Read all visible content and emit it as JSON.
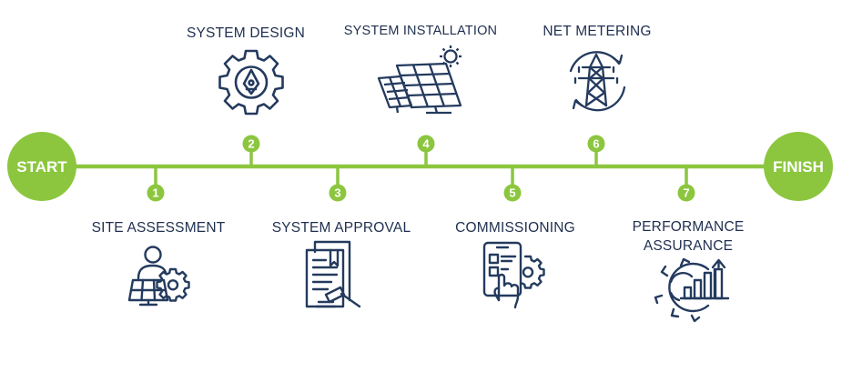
{
  "start_label": "START",
  "finish_label": "FINISH",
  "colors": {
    "accent": "#8cc63f",
    "icon": "#243a5e",
    "text": "#1f2f4f"
  },
  "steps": [
    {
      "number": "1",
      "label": "SITE ASSESSMENT",
      "icon": "engineer-solar-gear-icon"
    },
    {
      "number": "2",
      "label": "SYSTEM DESIGN",
      "icon": "gear-pen-icon"
    },
    {
      "number": "3",
      "label": "SYSTEM APPROVAL",
      "icon": "document-gavel-icon"
    },
    {
      "number": "4",
      "label": "SYSTEM INSTALLATION",
      "icon": "solar-panel-sun-icon"
    },
    {
      "number": "5",
      "label": "COMMISSIONING",
      "icon": "tablet-touch-gear-icon"
    },
    {
      "number": "6",
      "label": "NET METERING",
      "icon": "power-tower-cycle-icon"
    },
    {
      "number": "7",
      "label": "PERFORMANCE ASSURANCE",
      "label_line1": "PERFORMANCE",
      "label_line2": "ASSURANCE",
      "icon": "gear-growth-chart-icon"
    }
  ]
}
